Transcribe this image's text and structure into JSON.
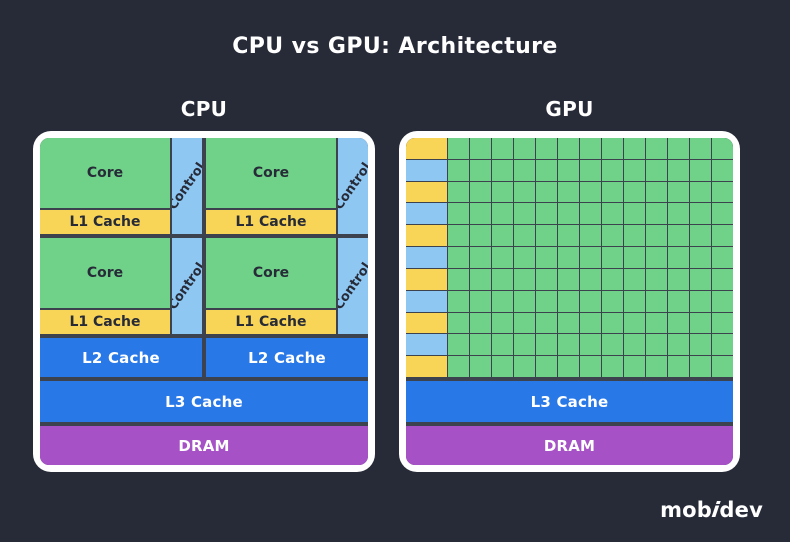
{
  "title": "CPU vs GPU: Architecture",
  "colors": {
    "background": "#272B38",
    "panel": "#FFFFFF",
    "divider": "#3D424F",
    "core_green": "#70D189",
    "cache_yellow": "#F8D556",
    "control_light_blue": "#8FC7F3",
    "cache_blue": "#2878E8",
    "dram_purple": "#A751C7",
    "text_dark": "#272B38",
    "text_light": "#FFFFFF"
  },
  "cpu": {
    "label": "CPU",
    "core_label": "Core",
    "control_label": "Control",
    "l1_label": "L1 Cache",
    "quadrant_count": 4,
    "l2_labels": [
      "L2 Cache",
      "L2 Cache"
    ],
    "l3_label": "L3 Cache",
    "dram_label": "DRAM"
  },
  "gpu": {
    "label": "GPU",
    "grid": {
      "rows": 11,
      "green_columns": 13,
      "left_column_pattern": [
        "yellow",
        "blue"
      ],
      "left_column_cells": 11
    },
    "l3_label": "L3 Cache",
    "dram_label": "DRAM"
  },
  "brand": {
    "part1": "mob",
    "part2": "i",
    "part3": "dev"
  }
}
